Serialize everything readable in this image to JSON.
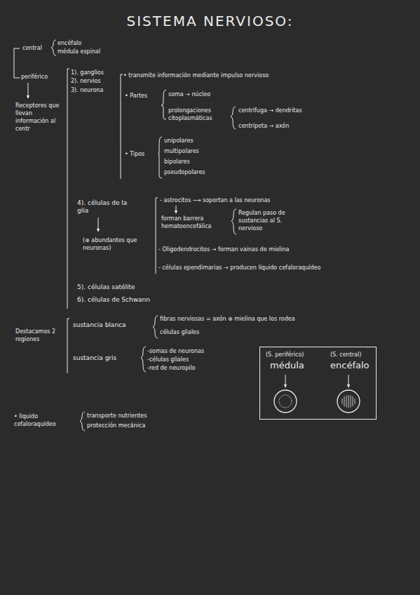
{
  "diagram": {
    "title": "SISTEMA NERVIOSO:",
    "nodes": [
      {
        "text": [
          "(S. periférico)",
          "médula",
          "(S. central)",
          "encéfalo"
        ]
      }
    ],
    "labels": [
      "central",
      "encéfalo",
      "médula espinal",
      "periférico",
      "Receptores que llevan información al centr",
      "1). ganglios",
      "2). nervios",
      "3). neurona",
      "• transmite información mediante impulso nervioso",
      "• Partes",
      "soma → núcleo",
      "prolongaciones citoplasmáticas",
      "centrífuga → dendritas",
      "centrípeta → axón",
      "• Tipos",
      "unipolares",
      "multipolares",
      "bipolares",
      "pseudopolares",
      "4). células de la glía",
      "(⊕ abundantes que neuronas)",
      "- astrocitos ⟿ soportan a las neuronas",
      "forman barrera hematoencefálica",
      "Regulan paso de sustancias al S. nervioso",
      "- Oligodendrocitos → forman vainas de mielina",
      "- células ependimarias → producen líquido cefaloraquídeo",
      "5). células satélite",
      "6). células de Schwann",
      "Destacamos 2 regiones",
      "sustancia blanca",
      "fibras nerviosas = axón ⊕ mielina que los rodea",
      "células gliales",
      "sustancia gris",
      "-somas de neuronas",
      "-células gliales",
      "-red de neuropilo",
      "• líquido cefaloraquídeo",
      "transporte nutrientes",
      "protección mecánica"
    ]
  }
}
